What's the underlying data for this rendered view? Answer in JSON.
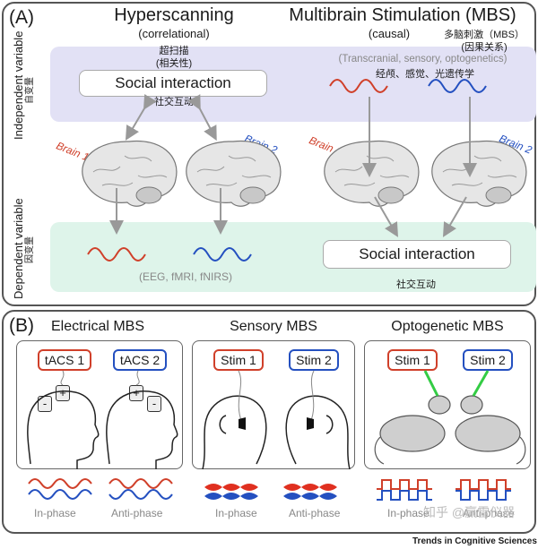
{
  "panel_a": {
    "label": "(A)",
    "hyperscanning": {
      "title": "Hyperscanning",
      "subtitle": "(correlational)",
      "zh_title": "超扫描",
      "zh_subtitle": "(相关性)"
    },
    "mbs": {
      "title": "Multibrain Stimulation (MBS)",
      "subtitle": "(causal)",
      "zh_title": "多脑刺激（MBS）",
      "zh_subtitle": "(因果关系)",
      "methods": "(Transcranial, sensory, optogenetics)",
      "methods_zh": "经颅、感觉、光遗传学"
    },
    "independent_label": "Independent variable",
    "independent_label_zh": "自变量",
    "dependent_label": "Dependent variable",
    "dependent_label_zh": "因变量",
    "social_interaction_left": "Social interaction",
    "social_interaction_left_zh": "社交互动",
    "social_interaction_right": "Social interaction",
    "social_interaction_right_zh": "社交互动",
    "brain1": "Brain 1",
    "brain2": "Brain 2",
    "measurement": "(EEG, fMRI, fNIRS)"
  },
  "panel_b": {
    "label": "(B)",
    "electrical": {
      "title": "Electrical MBS",
      "stim1": "tACS 1",
      "stim2": "tACS 2",
      "minus": "-",
      "plus": "+"
    },
    "sensory": {
      "title": "Sensory MBS",
      "stim1": "Stim 1",
      "stim2": "Stim 2"
    },
    "optogenetic": {
      "title": "Optogenetic MBS",
      "stim1": "Stim 1",
      "stim2": "Stim 2"
    },
    "in_phase": "In-phase",
    "anti_phase": "Anti-phase"
  },
  "footer": "Trends in Cognitive Sciences",
  "watermark": "知乎 @赢雷仪器",
  "colors": {
    "red": "#d0402a",
    "blue": "#2450c0",
    "iv_band": "#e2e1f5",
    "dv_band": "#def4ea"
  }
}
